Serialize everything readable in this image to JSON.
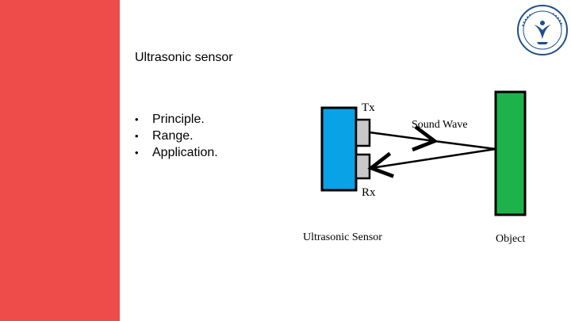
{
  "slide": {
    "title": "Ultrasonic sensor",
    "bullets": [
      "Principle.",
      "Range.",
      "Application."
    ],
    "bullet_marker": "•"
  },
  "diagram": {
    "tx_label": "Tx",
    "rx_label": "Rx",
    "wave_label": "Sound Wave",
    "sensor_label": "Ultrasonic Sensor",
    "object_label": "Object"
  },
  "colors": {
    "sidebar": "#ee4b4b",
    "sensor_body": "#0aa2e6",
    "transducer": "#c8c8c8",
    "object": "#1db34a",
    "logo_blue": "#1f4e8c"
  },
  "logo": {
    "icon": "university-seal-icon"
  }
}
